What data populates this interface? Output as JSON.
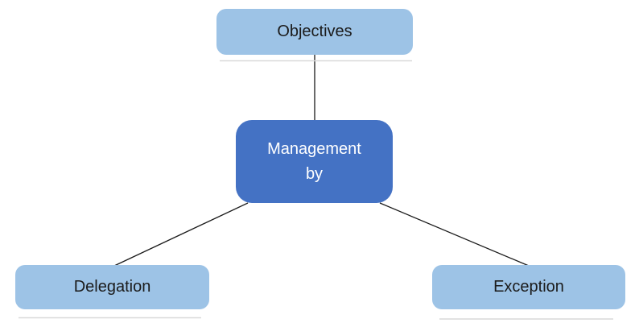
{
  "diagram": {
    "nodes": {
      "objectives": {
        "label": "Objectives"
      },
      "management": {
        "line1": "Management",
        "line2": "by"
      },
      "delegation": {
        "label": "Delegation"
      },
      "exception": {
        "label": "Exception"
      }
    },
    "colors": {
      "leaf_fill": "#9DC3E6",
      "root_fill": "#4472C4",
      "leaf_text": "#1B1B1B",
      "root_text": "#FFFFFF",
      "connector": "#1A1A1A",
      "background": "#FFFFFF"
    }
  }
}
